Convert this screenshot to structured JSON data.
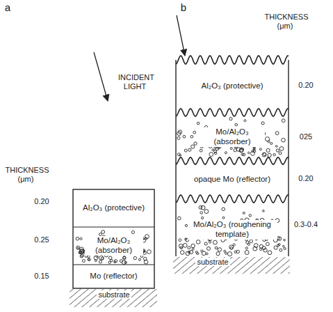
{
  "diagram": {
    "nodes": [
      {
        "text": [
          "Al₂O₃ (protective)"
        ]
      },
      {
        "text": [
          "Mo/Al₂O₃ (absorber)"
        ]
      },
      {
        "text": [
          "Mo (reflector)"
        ]
      },
      {
        "text": [
          "Al₂O₃ (protective)"
        ]
      },
      {
        "text": [
          "Mo/Al₂O₃ (absorber)"
        ]
      },
      {
        "text": [
          "opaque Mo (reflector)"
        ]
      },
      {
        "text": [
          "Mo/Al₂O₃ (roughening template)"
        ]
      }
    ],
    "labels": [
      "a",
      "INCIDENT LIGHT",
      "THICKNESS (μm)",
      "0.20",
      "0.25",
      "0.15",
      "substrate",
      "b",
      "THICKNESS (μm)",
      "0.20",
      "025",
      "0.20",
      "0.3-0.4",
      "substrate"
    ]
  }
}
